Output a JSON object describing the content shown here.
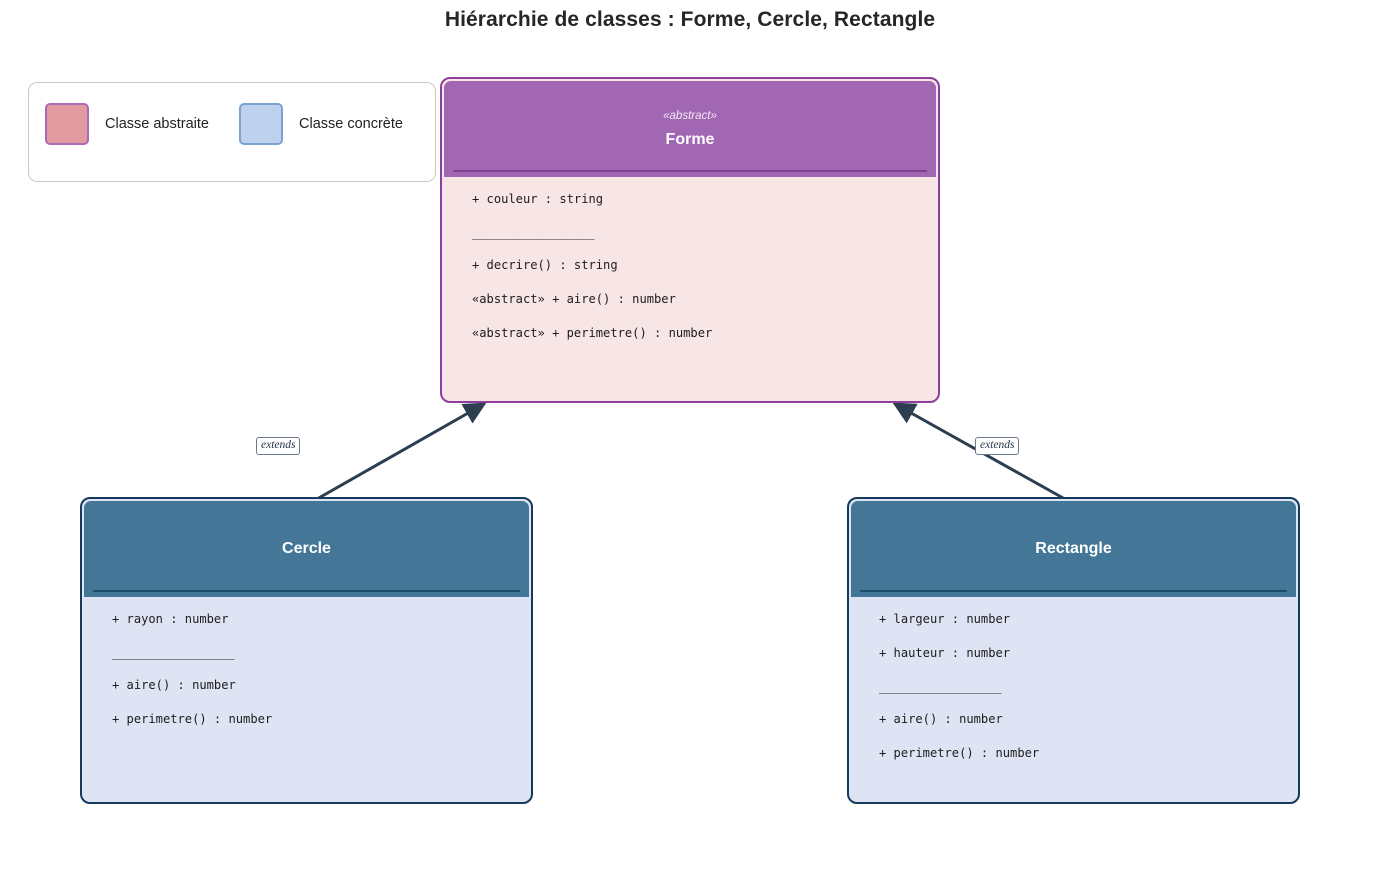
{
  "diagram": {
    "title": "Hiérarchie de classes : Forme, Cercle, Rectangle",
    "type": "uml-class-diagram"
  },
  "legend": {
    "items": [
      {
        "label": "Classe abstraite",
        "swatch_fill": "#e09aa0",
        "swatch_border": "#a96bb5"
      },
      {
        "label": "Classe concrète",
        "swatch_fill": "#bfd2ed",
        "swatch_border": "#7ba2d0"
      }
    ]
  },
  "classes": [
    {
      "id": "forme",
      "name": "Forme",
      "stereotype": "«abstract»",
      "kind": "abstract",
      "header_fill": "#a267b3",
      "body_fill": "#f8e5e5",
      "border": "#8e3f9e",
      "attributes": [
        "+ couleur : string"
      ],
      "separator": "__________________",
      "methods": [
        "+ decrire() : string",
        "«abstract» + aire() : number",
        "«abstract» + perimetre() : number"
      ]
    },
    {
      "id": "cercle",
      "name": "Cercle",
      "stereotype": "",
      "kind": "concrete",
      "header_fill": "#447797",
      "body_fill": "#dee4f3",
      "border": "#163a5c",
      "attributes": [
        "+ rayon : number"
      ],
      "separator": "__________________",
      "methods": [
        "+ aire() : number",
        "+ perimetre() : number"
      ]
    },
    {
      "id": "rectangle",
      "name": "Rectangle",
      "stereotype": "",
      "kind": "concrete",
      "header_fill": "#447797",
      "body_fill": "#dee4f3",
      "border": "#163a5c",
      "attributes": [
        "+ largeur : number",
        "+ hauteur : number"
      ],
      "separator": "__________________",
      "methods": [
        "+ aire() : number",
        "+ perimetre() : number"
      ]
    }
  ],
  "edges": [
    {
      "id": "cercle-extends-forme",
      "from": "Cercle",
      "to": "Forme",
      "label": "extends",
      "style": "inheritance",
      "color": "#2c3e50"
    },
    {
      "id": "rectangle-extends-forme",
      "from": "Rectangle",
      "to": "Forme",
      "label": "extends",
      "style": "inheritance",
      "color": "#2c3e50"
    }
  ]
}
